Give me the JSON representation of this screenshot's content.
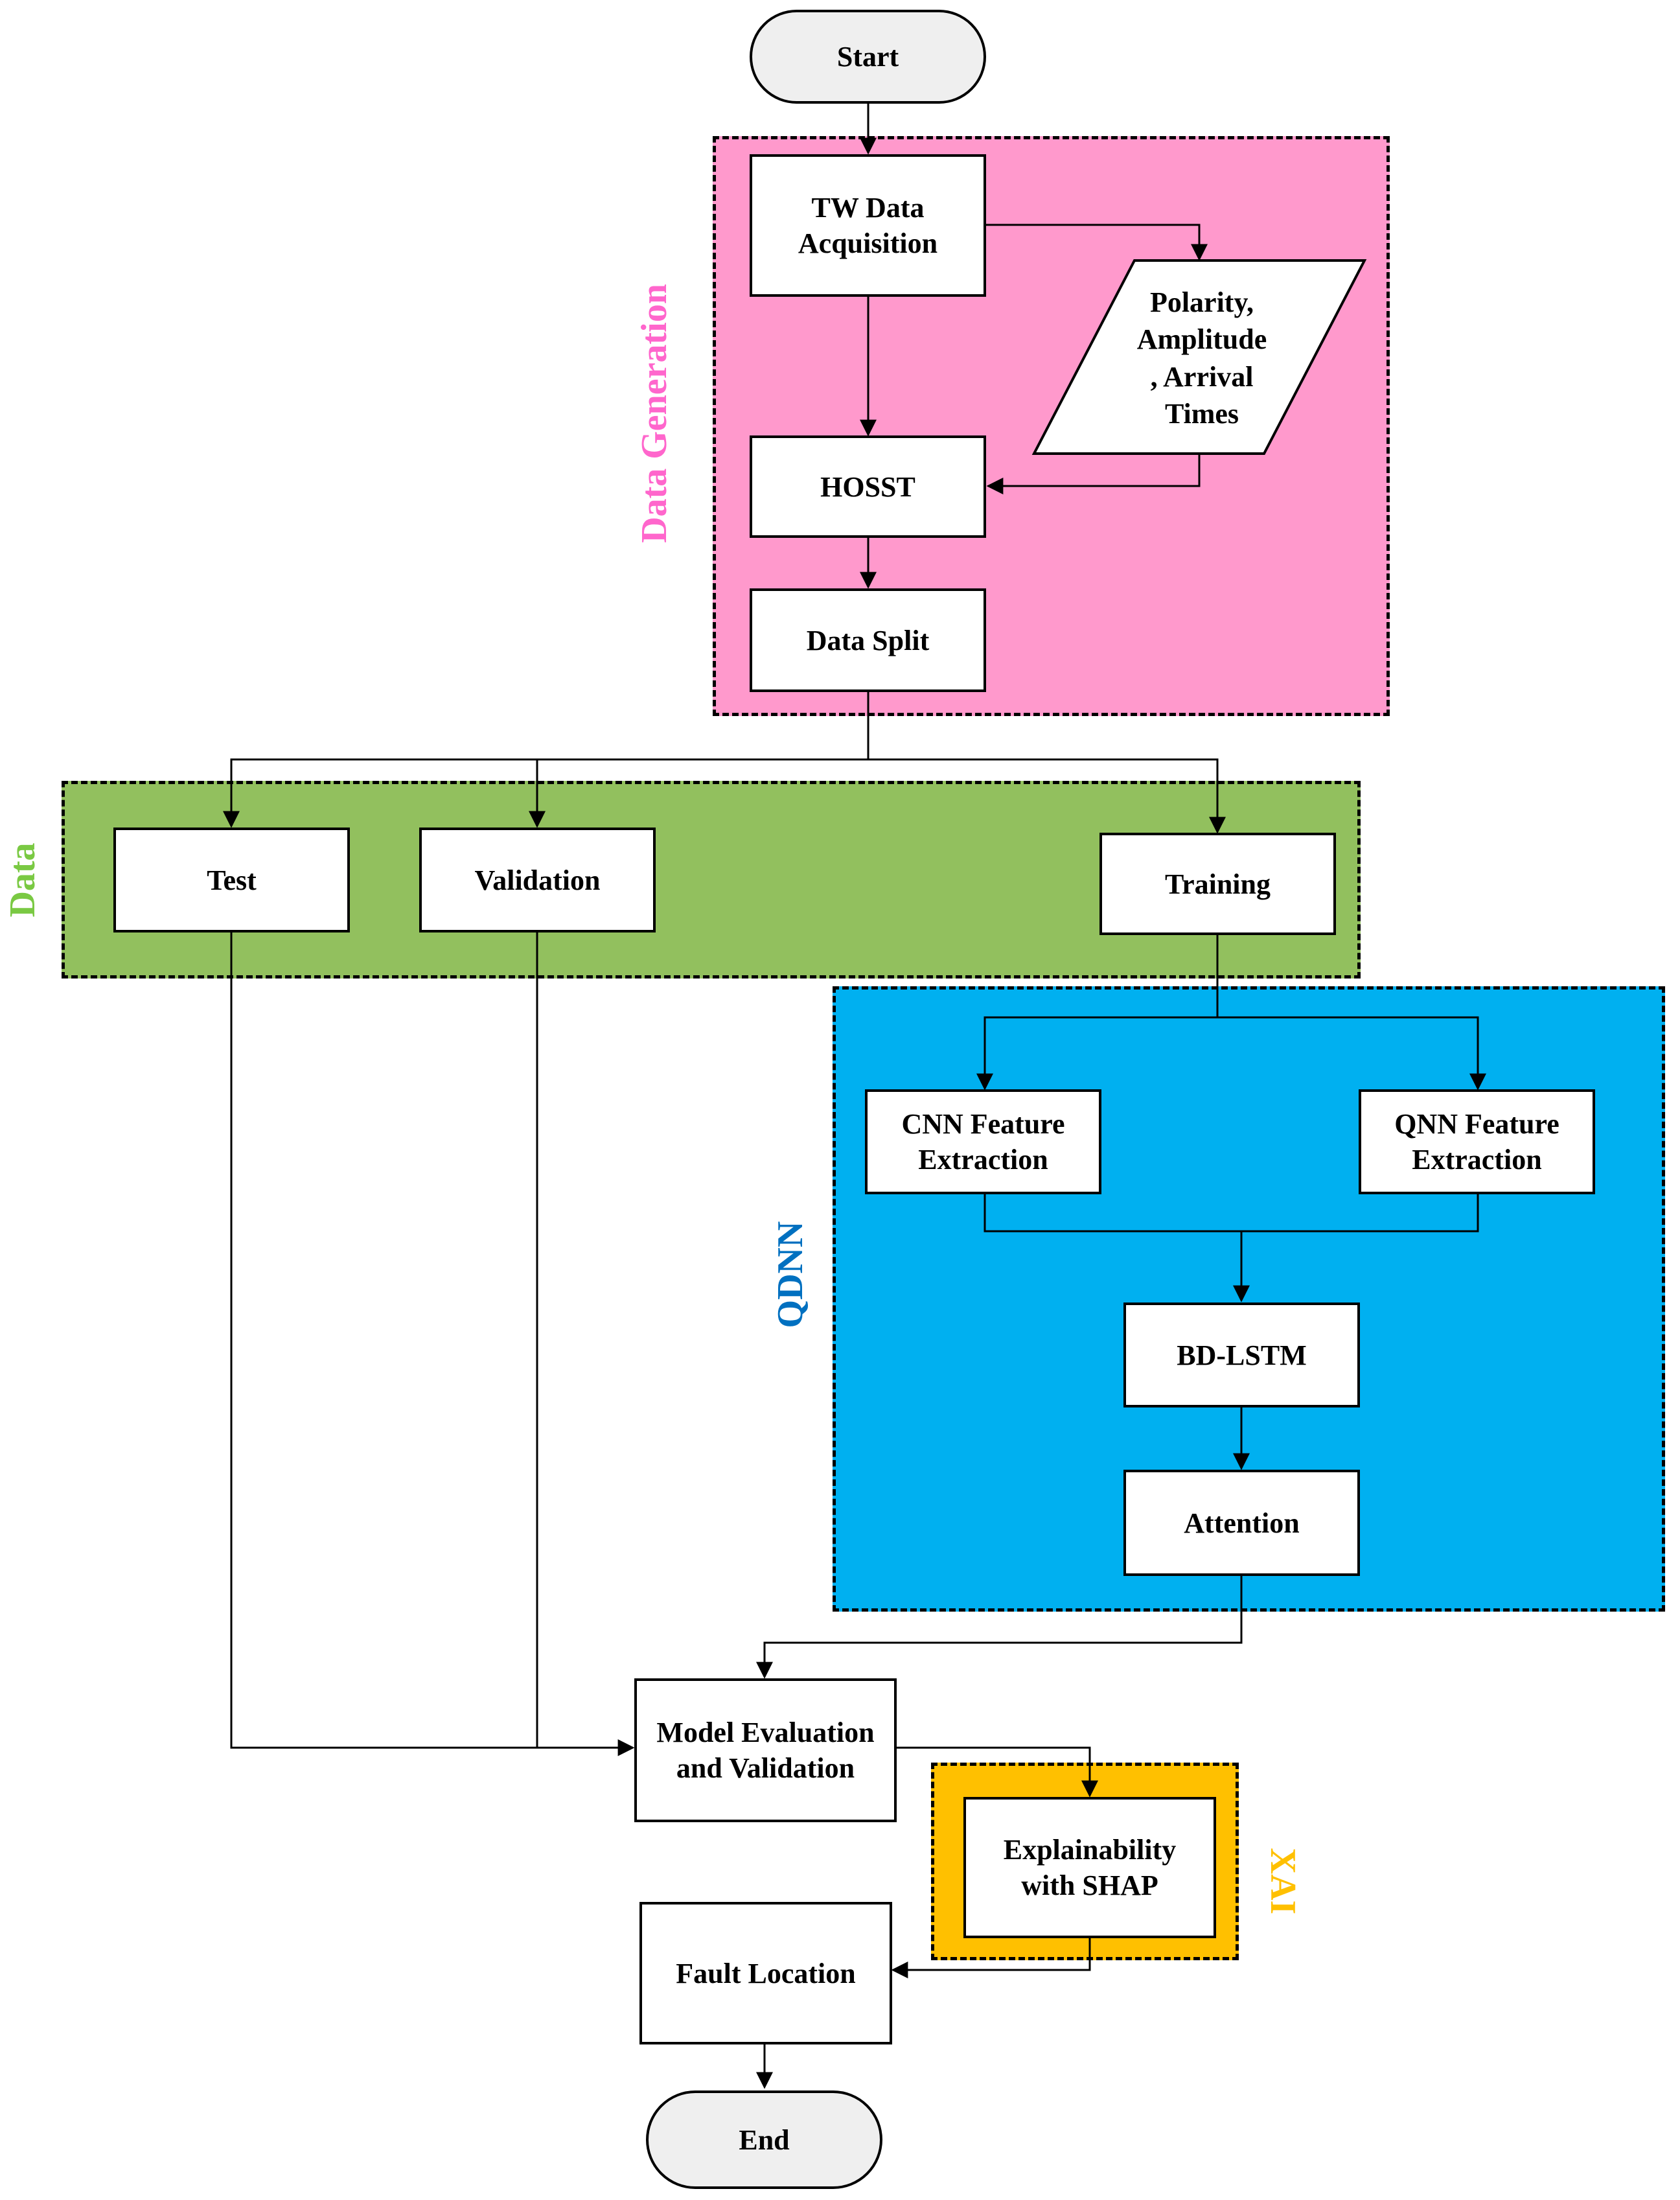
{
  "nodes": {
    "start": "Start",
    "tw_data_acquisition": "TW Data\nAcquisition",
    "polarity": "Polarity,\nAmplitude\n, Arrival\nTimes",
    "hosst": "HOSST",
    "data_split": "Data Split",
    "test": "Test",
    "validation": "Validation",
    "training": "Training",
    "cnn_feature_extraction": "CNN Feature\nExtraction",
    "qnn_feature_extraction": "QNN Feature\nExtraction",
    "bd_lstm": "BD-LSTM",
    "attention": "Attention",
    "model_evaluation": "Model Evaluation\nand Validation",
    "explainability": "Explainability\nwith SHAP",
    "fault_location": "Fault Location",
    "end": "End"
  },
  "regions": {
    "data_generation": {
      "label": "Data Generation",
      "color": "#ff99cc",
      "label_color": "#ff66cc"
    },
    "data": {
      "label": "Data",
      "color": "#92c05e",
      "label_color": "#7ac943"
    },
    "qdnn": {
      "label": "QDNN",
      "color": "#00b0f0",
      "label_color": "#0070c0"
    },
    "xai": {
      "label": "XAI",
      "color": "#ffc000",
      "label_color": "#ffc000"
    }
  }
}
